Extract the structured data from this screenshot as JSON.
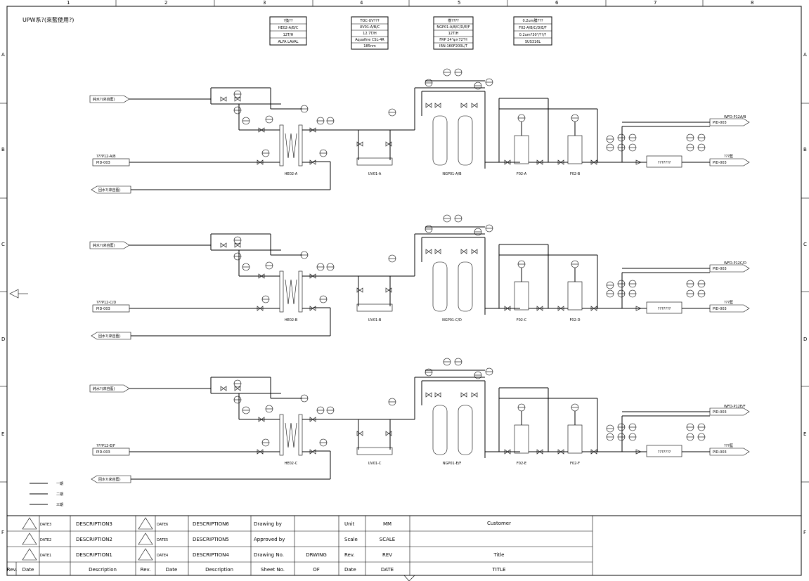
{
  "drawing": {
    "title": "UPW系?(來藍使用?)",
    "columns": [
      "1",
      "2",
      "3",
      "4",
      "5",
      "6",
      "7",
      "8"
    ],
    "rows": [
      "A",
      "B",
      "C",
      "D",
      "E",
      "F"
    ],
    "spec_boxes": [
      {
        "head": "?換??",
        "l1": "HE02-A/B/C",
        "l2": "12T/H",
        "l3": "ALFA LAVAL"
      },
      {
        "head": "TOC-UV???",
        "l1": "UV01-A/B/C",
        "l2": "12.7T/H",
        "l3": "Aquafine CSL-4R",
        "l4": "185nm"
      },
      {
        "head": "樹????",
        "l1": "NGP01-A/B/C/D/E/F",
        "l2": "12T/H",
        "l3": "FRP 24\"φ×72\"H",
        "l4": "IRN-160F200L/T"
      },
      {
        "head": "0.2um膜???",
        "l1": "F02-A/B/C/D/E/F",
        "l2": "0.2um?30\"/??/?",
        "l3": "SUS316L"
      }
    ]
  },
  "trains": [
    {
      "inlet": "純水?(來自藍)",
      "feed_tag": "???P12-A/B",
      "feed_ref": "PID-003",
      "return": "回水?(來自藍)",
      "hx": "HE02-A",
      "uv": "UV01-A",
      "ngp": "NGP01-A/B",
      "f1": "F02-A",
      "f2": "F02-B",
      "filter": "???????",
      "out1": "WFD-P12A/B",
      "out1_ref": "PID-003",
      "out2": "???藍",
      "out2_ref": "PID-003"
    },
    {
      "inlet": "純水?(來自藍)",
      "feed_tag": "???P12-C/D",
      "feed_ref": "PID-003",
      "return": "回水?(來自藍)",
      "hx": "HE02-B",
      "uv": "UV01-B",
      "ngp": "NGP01-C/D",
      "f1": "F02-C",
      "f2": "F02-D",
      "filter": "???????",
      "out1": "WFD-P12C/D",
      "out1_ref": "PID-003",
      "out2": "???藍",
      "out2_ref": "PID-003"
    },
    {
      "inlet": "純水?(來自藍)",
      "feed_tag": "???P12-E/F",
      "feed_ref": "PID-003",
      "return": "回水?(來自藍)",
      "hx": "HE02-C",
      "uv": "UV01-C",
      "ngp": "NGP01-E/F",
      "f1": "F02-E",
      "f2": "F02-F",
      "filter": "???????",
      "out1": "WFD-P12E/F",
      "out1_ref": "PID-003",
      "out2": "???藍",
      "out2_ref": "PID-003"
    }
  ],
  "legend": [
    "一期",
    "二期",
    "三期"
  ],
  "title_block": {
    "revs_left": [
      {
        "date": "DATE3",
        "desc": "DESCRIPTION3"
      },
      {
        "date": "DATE2",
        "desc": "DESCRIPTION2"
      },
      {
        "date": "DATE1",
        "desc": "DESCRIPTION1"
      }
    ],
    "revs_right": [
      {
        "date": "DATE6",
        "desc": "DESCRIPTION6"
      },
      {
        "date": "DATE5",
        "desc": "DESCRIPTION5"
      },
      {
        "date": "DATE4",
        "desc": "DESCRIPTION4"
      }
    ],
    "hdr_rev": "Rev.",
    "hdr_date": "Date",
    "hdr_desc": "Description",
    "drawing_by": "Drawing  by",
    "approved_by": "Approved by",
    "drawing_no": "Drawing No.",
    "drawing_no_val": "DRWING",
    "sheet_no": "Sheet No.",
    "sheet_no_val": "OF",
    "unit": "Unit",
    "unit_val": "MM",
    "scale": "Scale",
    "scale_val": "SCALE",
    "rev": "Rev.",
    "rev_val": "REV",
    "date": "Date",
    "date_val": "DATE",
    "customer": "Customer",
    "title": "Title",
    "title_val": "TITLE"
  }
}
